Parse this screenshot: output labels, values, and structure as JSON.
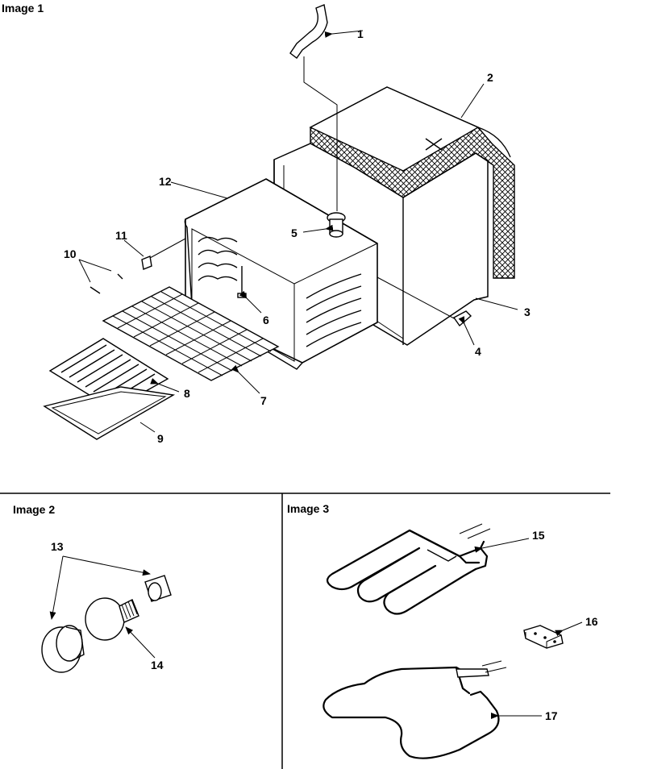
{
  "panels": [
    {
      "title": "Image 1"
    },
    {
      "title": "Image 2"
    },
    {
      "title": "Image 3"
    }
  ],
  "callouts": [
    "1",
    "2",
    "3",
    "4",
    "5",
    "6",
    "7",
    "8",
    "9",
    "10",
    "11",
    "12",
    "13",
    "14",
    "15",
    "16",
    "17"
  ],
  "colors": {
    "line": "#000000",
    "background": "#ffffff"
  }
}
